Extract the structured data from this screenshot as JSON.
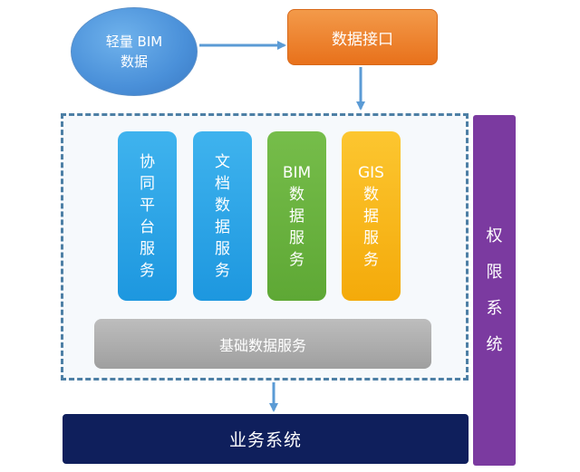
{
  "source": {
    "lines": [
      "轻量 BIM",
      "数据"
    ]
  },
  "interface": {
    "label": "数据接口"
  },
  "services": [
    {
      "chars": [
        "协",
        "同",
        "平",
        "台",
        "服",
        "务"
      ]
    },
    {
      "chars": [
        "文",
        "档",
        "数",
        "据",
        "服",
        "务"
      ]
    },
    {
      "chars": [
        "BIM",
        "数",
        "据",
        "服",
        "务"
      ]
    },
    {
      "chars": [
        "GIS",
        "数",
        "据",
        "服",
        "务"
      ]
    }
  ],
  "base": {
    "label": "基础数据服务"
  },
  "business": {
    "label": "业务系统"
  },
  "permission": {
    "chars": [
      "权",
      "限",
      "系",
      "统"
    ]
  },
  "colors": {
    "source": "#4a90d9",
    "interface": "#ee7d23",
    "service_blue": "#2ea6e8",
    "service_green": "#66ad3f",
    "service_gold": "#f8b519",
    "base": "#ababab",
    "business": "#0f1f5c",
    "permission": "#7b3aa0",
    "arrow": "#5b9bd5"
  }
}
